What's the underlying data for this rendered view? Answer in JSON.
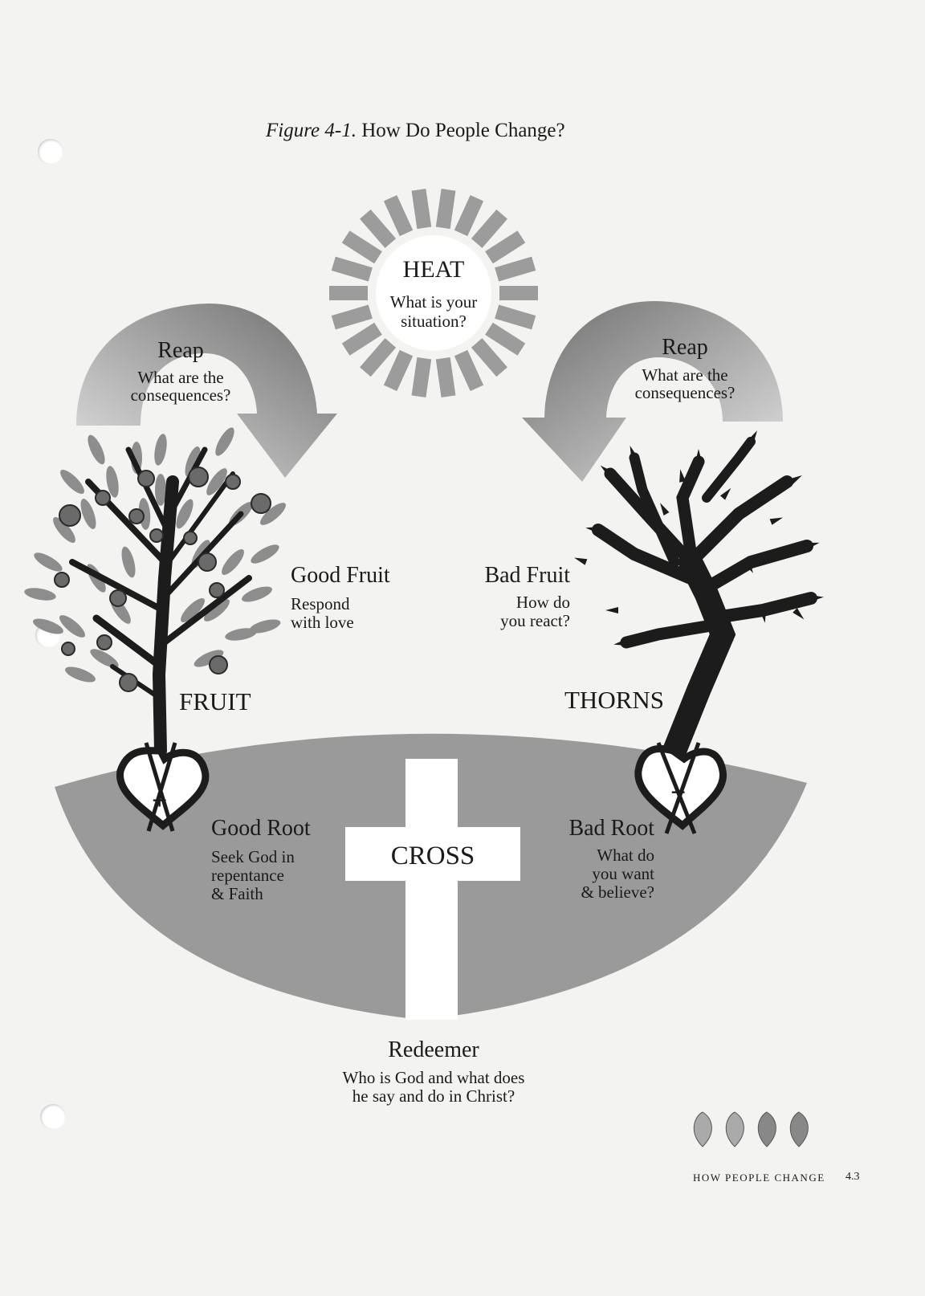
{
  "figure": {
    "label": "Figure 4-1.",
    "title": "How Do People Change?"
  },
  "heat": {
    "title": "HEAT",
    "line1": "What is your",
    "line2": "situation?"
  },
  "reap_left": {
    "title": "Reap",
    "line1": "What are the",
    "line2": "consequences?"
  },
  "reap_right": {
    "title": "Reap",
    "line1": "What are the",
    "line2": "consequences?"
  },
  "good_fruit": {
    "title": "Good Fruit",
    "line1": "Respond",
    "line2": "with love"
  },
  "bad_fruit": {
    "title": "Bad Fruit",
    "line1": "How do",
    "line2": "you react?"
  },
  "fruit_label": "FRUIT",
  "thorns_label": "THORNS",
  "good_root": {
    "title": "Good Root",
    "line1": "Seek God in",
    "line2": "repentance",
    "line3": "& Faith"
  },
  "bad_root": {
    "title": "Bad Root",
    "line1": "What do",
    "line2": "you want",
    "line3": "& believe?"
  },
  "cross_label": "CROSS",
  "plus_sign": "+",
  "minus_sign": "−",
  "redeemer": {
    "title": "Redeemer",
    "line1": "Who is God and what does",
    "line2": "he say and do in Christ?"
  },
  "footer": {
    "text": "HOW PEOPLE CHANGE",
    "page": "4.3"
  },
  "colors": {
    "ground": "#9a9a9a",
    "tree_dark": "#1c1c1c",
    "leaf": "#8d8d8d",
    "sun_ray": "#9c9c9c",
    "arrow": "#7a7a7a"
  }
}
